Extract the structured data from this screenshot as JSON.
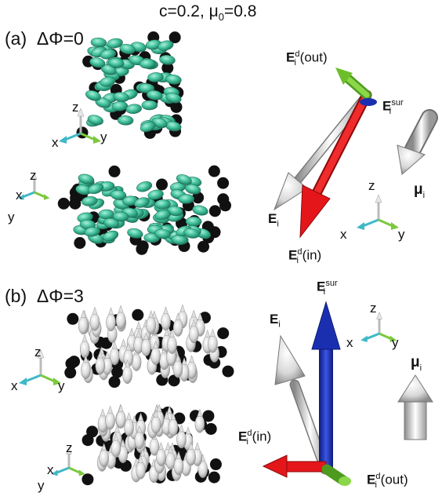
{
  "title": {
    "c": "c=0.2,",
    "mu_text": "μ",
    "mu_sub": "0",
    "mu_val": "=0.8"
  },
  "panel_a": {
    "label": "(a)",
    "condition": "ΔΦ=0",
    "vectors": {
      "e_out": {
        "sym": "E",
        "sub": "i",
        "sup": "d",
        "note": "(out)"
      },
      "e_sur": {
        "sym": "E",
        "sub": "i",
        "sup": "sur"
      },
      "e_i": {
        "sym": "E",
        "sub": "i"
      },
      "e_in": {
        "sym": "E",
        "sub": "i",
        "sup": "d",
        "note": "(in)"
      },
      "mu": {
        "sym": "μ",
        "sub": "i"
      }
    },
    "axes": {
      "x": "x",
      "y": "y",
      "z": "z"
    }
  },
  "panel_b": {
    "label": "(b)",
    "condition": "ΔΦ=3",
    "vectors": {
      "e_sur": {
        "sym": "E",
        "sub": "i",
        "sup": "sur"
      },
      "e_i": {
        "sym": "E",
        "sub": "i"
      },
      "e_in": {
        "sym": "E",
        "sub": "i",
        "sup": "d",
        "note": "(in)"
      },
      "e_out": {
        "sym": "E",
        "sub": "i",
        "sup": "d",
        "note": "(out)"
      },
      "mu": {
        "sym": "μ",
        "sub": "i"
      }
    },
    "axes": {
      "x": "x",
      "y": "y",
      "z": "z"
    }
  },
  "colors": {
    "field_red": "#e4161a",
    "field_blue": "#1a2fb0",
    "field_white": "#e6e6e6",
    "field_green": "#6cbf2b",
    "particle_black": "#111111",
    "particle_teal": "#3fbf9a",
    "axis_cyan": "#3fb8c8",
    "axis_green": "#7cc83c"
  }
}
